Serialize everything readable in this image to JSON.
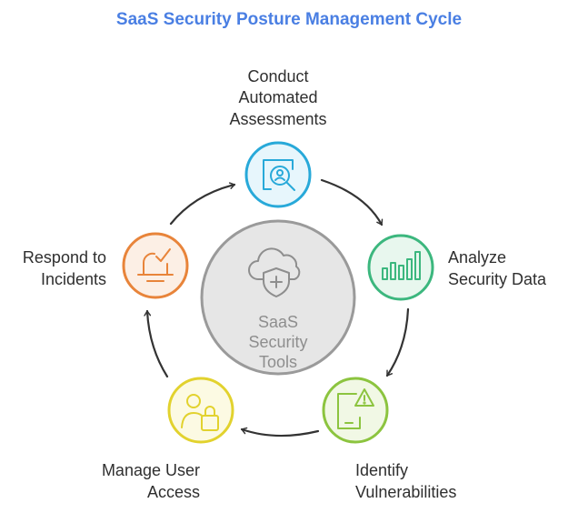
{
  "title": "SaaS Security Posture Management Cycle",
  "center": {
    "lines": [
      "SaaS",
      "Security",
      "Tools"
    ]
  },
  "stages": [
    {
      "lines": [
        "Conduct",
        "Automated",
        "Assessments"
      ],
      "icon": "document-search-icon",
      "color": "#28A9D9"
    },
    {
      "lines": [
        "Analyze",
        "Security Data"
      ],
      "icon": "bar-chart-icon",
      "color": "#3CB77E"
    },
    {
      "lines": [
        "Identify",
        "Vulnerabilities"
      ],
      "icon": "phone-warning-icon",
      "color": "#8CC43F"
    },
    {
      "lines": [
        "Manage User",
        "Access"
      ],
      "icon": "user-lock-icon",
      "color": "#E2D22E"
    },
    {
      "lines": [
        "Respond to",
        "Incidents"
      ],
      "icon": "alarm-check-icon",
      "color": "#E8843A"
    }
  ],
  "colors": {
    "title": "#4A7FE3",
    "arrow": "#333333",
    "center_fill": "#E6E6E6",
    "center_stroke": "#9A9A9A"
  }
}
